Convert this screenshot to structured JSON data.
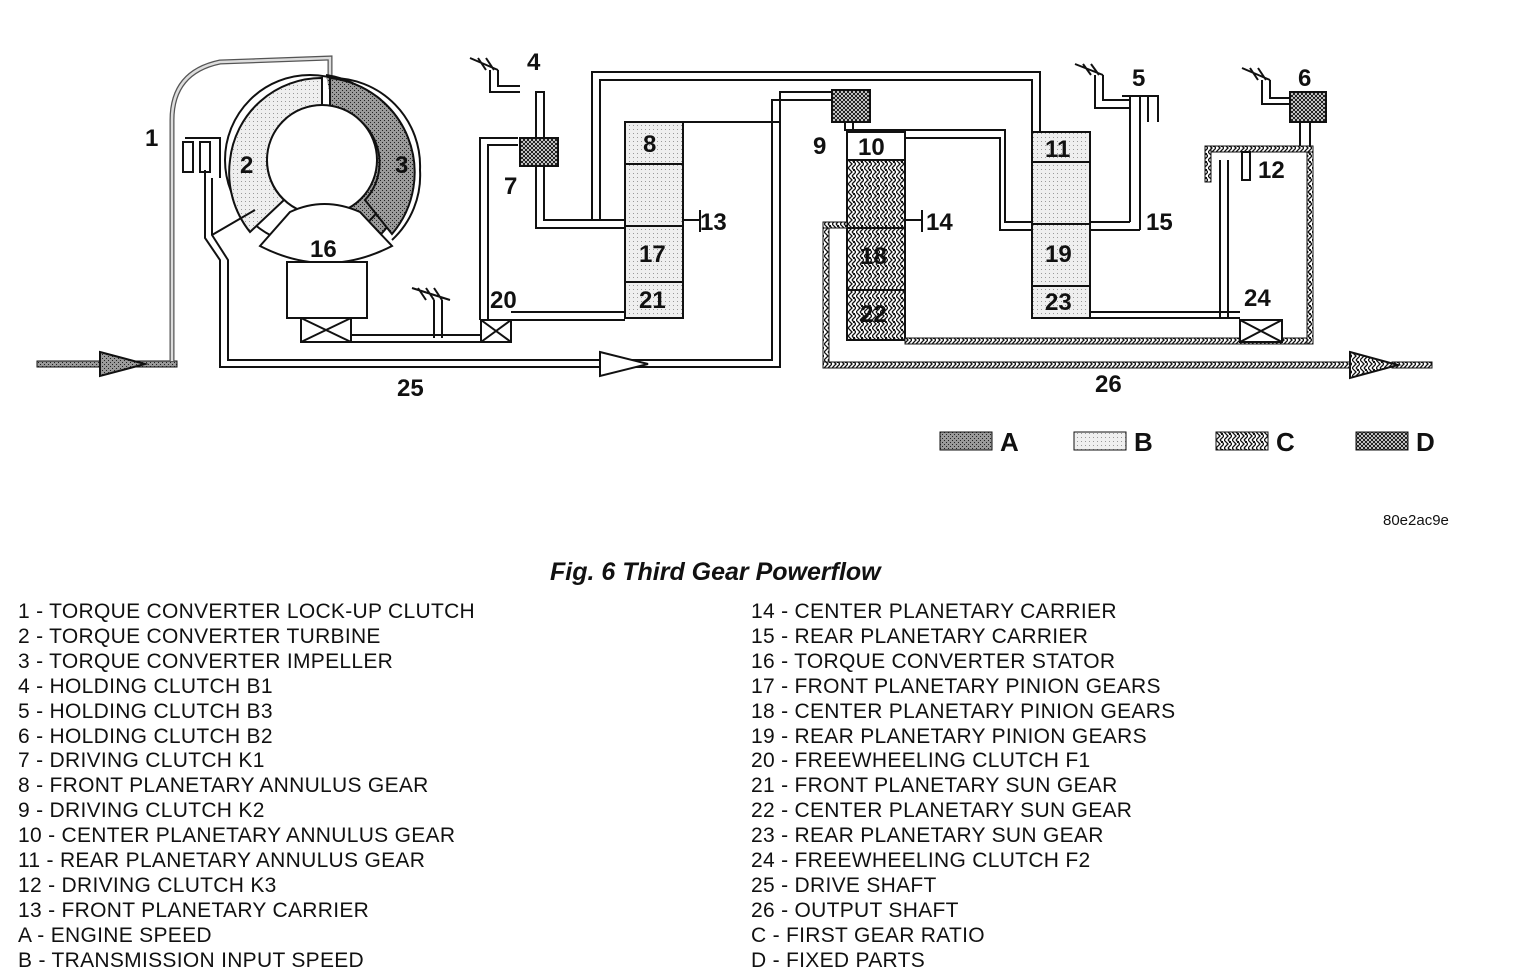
{
  "diagram": {
    "callouts": [
      "1",
      "2",
      "3",
      "4",
      "5",
      "6",
      "7",
      "8",
      "9",
      "10",
      "11",
      "12",
      "13",
      "14",
      "15",
      "16",
      "17",
      "18",
      "19",
      "20",
      "21",
      "22",
      "23",
      "24",
      "25",
      "26"
    ],
    "legend": [
      {
        "letter": "A",
        "pattern": "dense-dots"
      },
      {
        "letter": "B",
        "pattern": "light-dots"
      },
      {
        "letter": "C",
        "pattern": "checker"
      },
      {
        "letter": "D",
        "pattern": "crosshatch"
      }
    ]
  },
  "reference_code": "80e2ac9e",
  "figure_title": "Fig. 6 Third Gear Powerflow",
  "key_left": [
    "1 - TORQUE CONVERTER LOCK-UP CLUTCH",
    "2 - TORQUE CONVERTER TURBINE",
    "3 - TORQUE CONVERTER IMPELLER",
    "4 - HOLDING CLUTCH B1",
    "5 - HOLDING CLUTCH B3",
    "6 - HOLDING CLUTCH B2",
    "7 - DRIVING CLUTCH K1",
    "8 - FRONT PLANETARY ANNULUS GEAR",
    "9 - DRIVING CLUTCH K2",
    "10 - CENTER PLANETARY ANNULUS GEAR",
    "11 - REAR PLANETARY ANNULUS GEAR",
    "12 - DRIVING CLUTCH K3",
    "13 - FRONT PLANETARY CARRIER",
    "A - ENGINE SPEED",
    "B - TRANSMISSION INPUT SPEED"
  ],
  "key_right": [
    "14 - CENTER PLANETARY CARRIER",
    "15 - REAR PLANETARY CARRIER",
    "16 - TORQUE CONVERTER STATOR",
    "17 - FRONT PLANETARY PINION GEARS",
    "18 - CENTER PLANETARY PINION GEARS",
    "19 - REAR PLANETARY PINION GEARS",
    "20 - FREEWHEELING CLUTCH F1",
    "21 - FRONT PLANETARY SUN GEAR",
    "22 - CENTER PLANETARY SUN GEAR",
    "23 - REAR PLANETARY SUN GEAR",
    "24 - FREEWHEELING CLUTCH F2",
    "25 - DRIVE SHAFT",
    "26 - OUTPUT SHAFT",
    "C - FIRST GEAR RATIO",
    "D - FIXED PARTS"
  ]
}
